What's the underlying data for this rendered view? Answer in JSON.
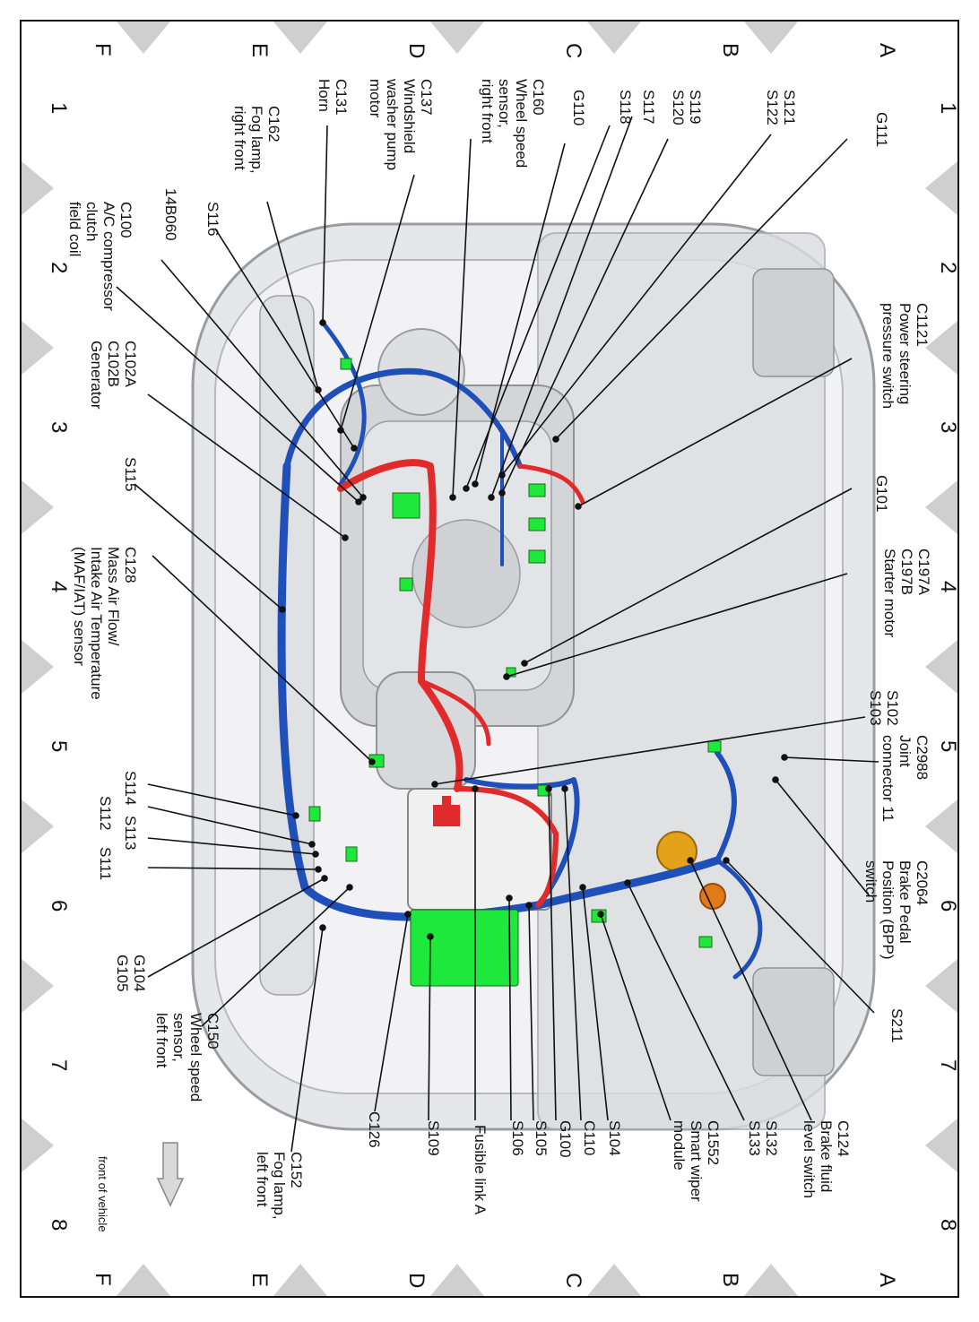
{
  "grid": {
    "rows": [
      "A",
      "B",
      "C",
      "D",
      "E",
      "F"
    ],
    "cols": [
      "1",
      "2",
      "3",
      "4",
      "5",
      "6",
      "7",
      "8"
    ]
  },
  "orientation_note": "front of vehicle",
  "colors": {
    "harness_blue": "#1f4fb8",
    "harness_red": "#e12a2a",
    "connector_green": "#1ee83a",
    "body_grey": "#d9dadd",
    "line_dark": "#111111"
  },
  "labels": [
    {
      "id": "g111",
      "lines": [
        "G111"
      ]
    },
    {
      "id": "s121",
      "lines": [
        "S121",
        "S122"
      ]
    },
    {
      "id": "s119",
      "lines": [
        "S119",
        "S120"
      ]
    },
    {
      "id": "s117",
      "lines": [
        "S117"
      ]
    },
    {
      "id": "s118",
      "lines": [
        "S118"
      ]
    },
    {
      "id": "g110",
      "lines": [
        "G110"
      ]
    },
    {
      "id": "c160",
      "lines": [
        "C160",
        "Wheel speed",
        "sensor,",
        "right front"
      ]
    },
    {
      "id": "c137",
      "lines": [
        "C137",
        "Windshield",
        "washer pump",
        "motor"
      ]
    },
    {
      "id": "c131",
      "lines": [
        "C131",
        "Horn"
      ]
    },
    {
      "id": "c162",
      "lines": [
        "C162",
        "Fog lamp,",
        "right front"
      ]
    },
    {
      "id": "s116",
      "lines": [
        "S116"
      ]
    },
    {
      "id": "14b060",
      "lines": [
        "14B060"
      ]
    },
    {
      "id": "c100",
      "lines": [
        "C100",
        "A/C compressor",
        "clutch",
        "field coil"
      ]
    },
    {
      "id": "c102",
      "lines": [
        "C102A",
        "C102B",
        "Generator"
      ]
    },
    {
      "id": "s115",
      "lines": [
        "S115"
      ]
    },
    {
      "id": "c128",
      "lines": [
        "C128",
        "Mass Air Flow/",
        "Intake Air Temperature",
        "(MAF/IAT) sensor"
      ]
    },
    {
      "id": "s114",
      "lines": [
        "S114"
      ]
    },
    {
      "id": "s112",
      "lines": [
        "S112"
      ]
    },
    {
      "id": "s113",
      "lines": [
        "S113"
      ]
    },
    {
      "id": "s111",
      "lines": [
        "S111"
      ]
    },
    {
      "id": "g104",
      "lines": [
        "G104",
        "G105"
      ]
    },
    {
      "id": "c150",
      "lines": [
        "C150",
        "Wheel speed",
        "sensor,",
        "left front"
      ]
    },
    {
      "id": "c152",
      "lines": [
        "C152",
        "Fog lamp,",
        "left front"
      ]
    },
    {
      "id": "c126",
      "lines": [
        "C126"
      ]
    },
    {
      "id": "s109",
      "lines": [
        "S109"
      ]
    },
    {
      "id": "fusible",
      "lines": [
        "Fusible link A"
      ]
    },
    {
      "id": "s106",
      "lines": [
        "S106"
      ]
    },
    {
      "id": "s105",
      "lines": [
        "S105"
      ]
    },
    {
      "id": "g100",
      "lines": [
        "G100"
      ]
    },
    {
      "id": "c110",
      "lines": [
        "C110"
      ]
    },
    {
      "id": "s104",
      "lines": [
        "S104"
      ]
    },
    {
      "id": "c1552",
      "lines": [
        "C1552",
        "Smart wiper",
        "module"
      ]
    },
    {
      "id": "s132",
      "lines": [
        "S132",
        "S133"
      ]
    },
    {
      "id": "c124",
      "lines": [
        "C124",
        "Brake fluid",
        "level switch"
      ]
    },
    {
      "id": "s211",
      "lines": [
        "S211"
      ]
    },
    {
      "id": "c2064",
      "lines": [
        "C2064",
        "Brake Pedal",
        "Position (BPP)",
        "switch"
      ]
    },
    {
      "id": "c2988",
      "lines": [
        "C2988",
        "Joint",
        "connector 11"
      ]
    },
    {
      "id": "s102",
      "lines": [
        "S102",
        "S103"
      ]
    },
    {
      "id": "c197",
      "lines": [
        "C197A",
        "C197B",
        "Starter motor"
      ]
    },
    {
      "id": "g101",
      "lines": [
        "G101"
      ]
    },
    {
      "id": "c1121",
      "lines": [
        "C1121",
        "Power steering",
        "pressure switch"
      ]
    }
  ]
}
